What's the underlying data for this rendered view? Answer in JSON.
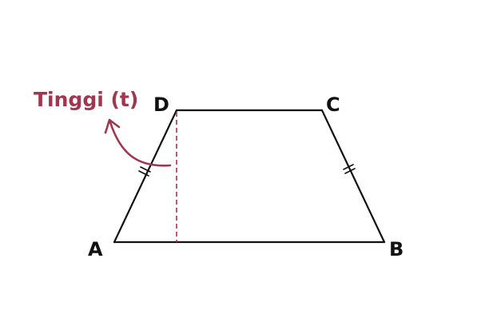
{
  "diagram": {
    "vertices": {
      "a": "A",
      "b": "B",
      "c": "C",
      "d": "D"
    },
    "height_label": "Tinggi (t)",
    "colors": {
      "shape": "#111111",
      "height_line": "#a0374f",
      "annotation": "#a0374f"
    }
  }
}
